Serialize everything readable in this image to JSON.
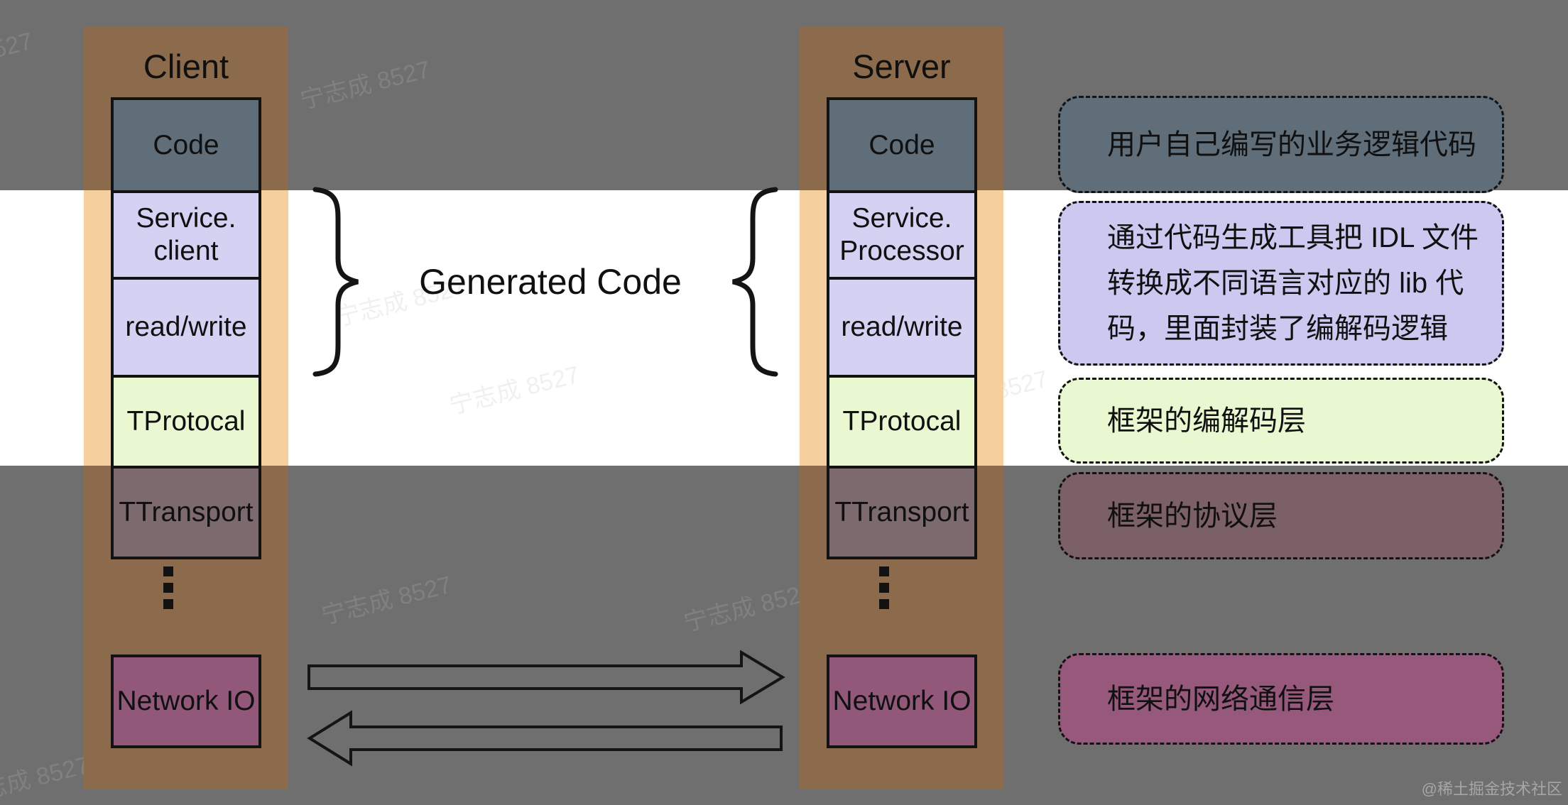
{
  "client": {
    "title": "Client",
    "code": "Code",
    "service_line1": "Service.",
    "service_line2": "client",
    "readwrite": "read/write",
    "tprotocal": "TProtocal",
    "ttransport": "TTransport",
    "network": "Network IO"
  },
  "server": {
    "title": "Server",
    "code": "Code",
    "service_line1": "Service.",
    "service_line2": "Processor",
    "readwrite": "read/write",
    "tprotocal": "TProtocal",
    "ttransport": "TTransport",
    "network": "Network IO"
  },
  "middle": {
    "generated_label": "Generated Code"
  },
  "annotations": {
    "business_code_note": "用户自己编写的业务逻辑代码",
    "generated_note_line1": "通过代码生成工具把 IDL 文件",
    "generated_note_line2": "转换成不同语言对应的 lib 代",
    "generated_note_line3": "码，里面封装了编解码逻辑",
    "codec_layer_note": "框架的编解码层",
    "protocol_layer_note": "框架的协议层",
    "network_layer_note": "框架的网络通信层"
  },
  "watermark": {
    "text": "宁志成 8527",
    "credit": "@稀土掘金技术社区"
  },
  "colors": {
    "background_dim": "#6f6f6f",
    "highlight_band": "#ffffff",
    "column_orange": "#f6cf9f",
    "column_brown": "#8b6b4c",
    "code_fill": "#5f6e79",
    "generated_fill": "#d4d1f3",
    "codec_fill": "#e9f8d0",
    "transport_fill": "#7d6a6e",
    "network_fill": "#91587a",
    "note_generated_fill": "#ccc9f1",
    "note_protocol_fill": "#7b6065",
    "note_network_fill": "#96597b",
    "border": "#121212"
  }
}
